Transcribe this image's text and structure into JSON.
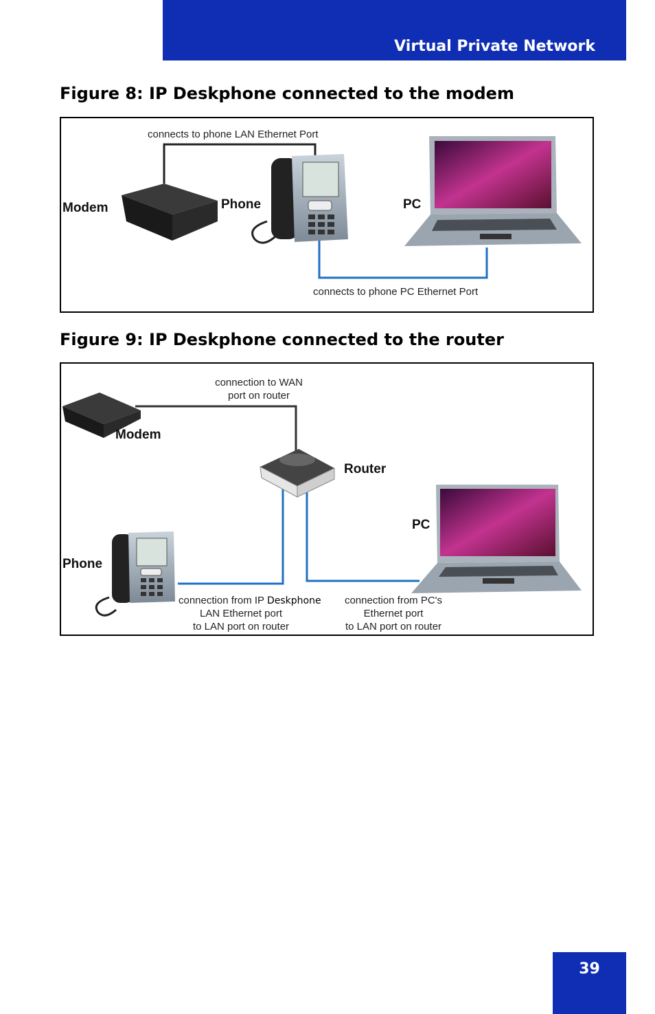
{
  "header": {
    "title": "Virtual Private Network"
  },
  "figure8": {
    "caption": "Figure 8: IP Deskphone connected to the modem",
    "labels": {
      "modem": "Modem",
      "phone": "Phone",
      "pc": "PC",
      "top_connection": "connects to phone LAN Ethernet Port",
      "bottom_connection": "connects to phone PC Ethernet Port"
    }
  },
  "figure9": {
    "caption": "Figure 9: IP Deskphone connected to the router",
    "labels": {
      "modem": "Modem",
      "router": "Router",
      "pc": "PC",
      "phone": "Phone",
      "wan_line1": "connection to WAN",
      "wan_line2": "port on router",
      "phone_conn_line1_a": "connection from IP ",
      "phone_conn_line1_b": "Deskphone",
      "phone_conn_line2": "LAN Ethernet port",
      "phone_conn_line3": "to LAN port on router",
      "pc_conn_line1": "connection from PC's",
      "pc_conn_line2": "Ethernet port",
      "pc_conn_line3": "to LAN port on router"
    }
  },
  "colors": {
    "brand_blue": "#0f2eb4",
    "cable_blue": "#1f6fc4",
    "cable_dark": "#333333"
  },
  "page_number": "39"
}
